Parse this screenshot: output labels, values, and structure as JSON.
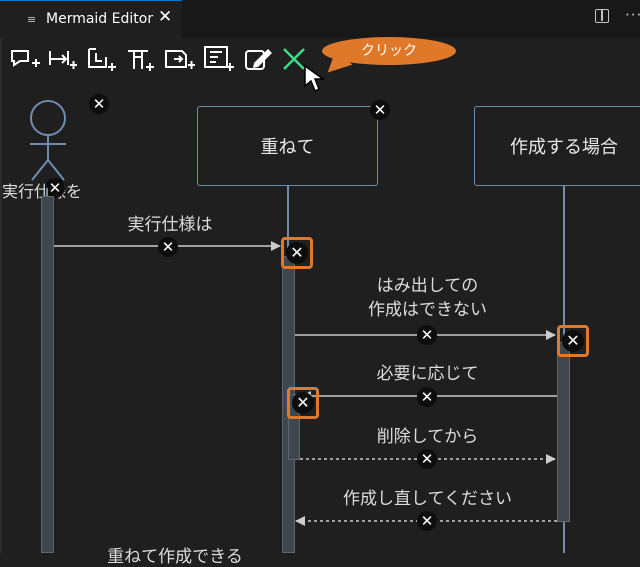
{
  "tab": {
    "icon": "menu-lines-icon",
    "title": "Mermaid Editor",
    "close": "✕"
  },
  "editor_actions": {
    "split": "split-editor-icon",
    "more": "···"
  },
  "toolbar": [
    "add-participant-icon",
    "add-message-icon",
    "add-note-icon",
    "add-loop-icon",
    "add-alt-icon",
    "add-activation-icon",
    "edit-icon",
    "delete-mode-x-icon"
  ],
  "callout": {
    "text": "クリック"
  },
  "participants": {
    "actor_label": "実行仕様を",
    "p1": "重ねて",
    "p2": "作成する場合"
  },
  "messages": {
    "m1": "実行仕様は",
    "m2_line1": "はみ出しての",
    "m2_line2": "作成はできない",
    "m3": "必要に応じて",
    "m4": "削除してから",
    "m5": "作成し直してください",
    "m6": "重ねて作成できる"
  },
  "symbols": {
    "delete": "✕"
  },
  "colors": {
    "accent": "#e0782a",
    "lifeline": "#6f8daf",
    "background": "#1f1f1f",
    "delete_x": "#3ddc84"
  }
}
